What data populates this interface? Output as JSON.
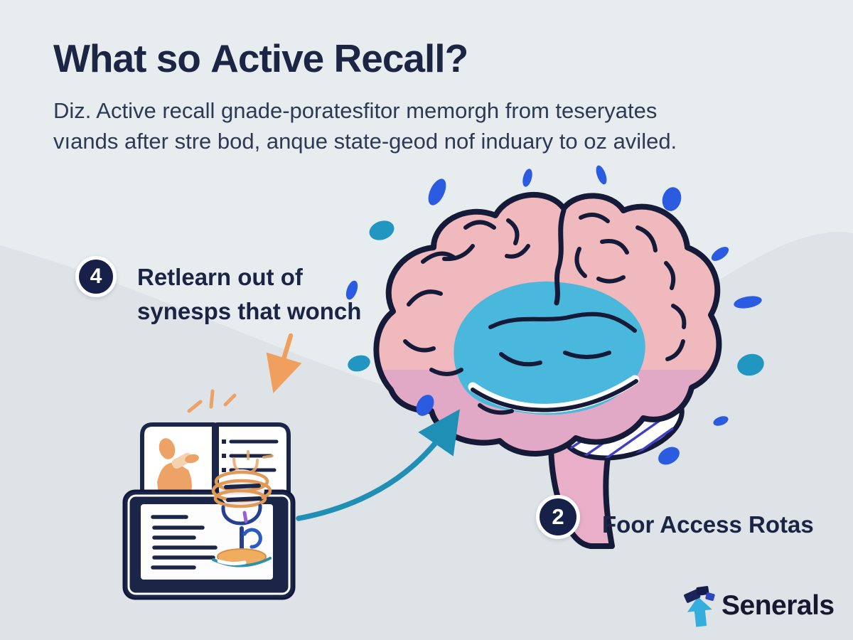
{
  "header": {
    "title_regular": "What so ",
    "title_bold": "Active Recall?",
    "subtitle_line1": "Diz.  Active recall gnade-poratesfitor memorgh from teseryates",
    "subtitle_line2": "vıands after stre bod, anque state-geod nof induary to oz aviled."
  },
  "steps": [
    {
      "number": "4",
      "line1": "Retlearn out of",
      "line2": "synesps that wonch"
    },
    {
      "number": "2",
      "label": "Foor Access Rotas"
    }
  ],
  "brand": {
    "name": "Senerals",
    "logo_icon": "arrow-up-logo-icon"
  },
  "illustrations": {
    "brain": "brain-illustration",
    "book": "open-book-illustration",
    "tablet": "tablet-notes-illustration",
    "arrow_to_brain": "teal-curved-arrow",
    "arrow_to_book": "orange-arrow",
    "sparkles": "orange-sparkle-burst",
    "dots": "confetti-dots"
  },
  "colors": {
    "background": "#e7ecef",
    "background_wave": "#dde3e7",
    "navy": "#1b2444",
    "brain_outline": "#141a38",
    "brain_pink": "#efb9bd",
    "brain_mauve": "#e2a9c6",
    "brain_cyan": "#49b8dc",
    "cerebellum_blue": "#3d3fc5",
    "dot_blue": "#2a5be0",
    "dot_teal": "#2196c0",
    "orange": "#eda266",
    "arrow_teal": "#1f8fb5"
  }
}
